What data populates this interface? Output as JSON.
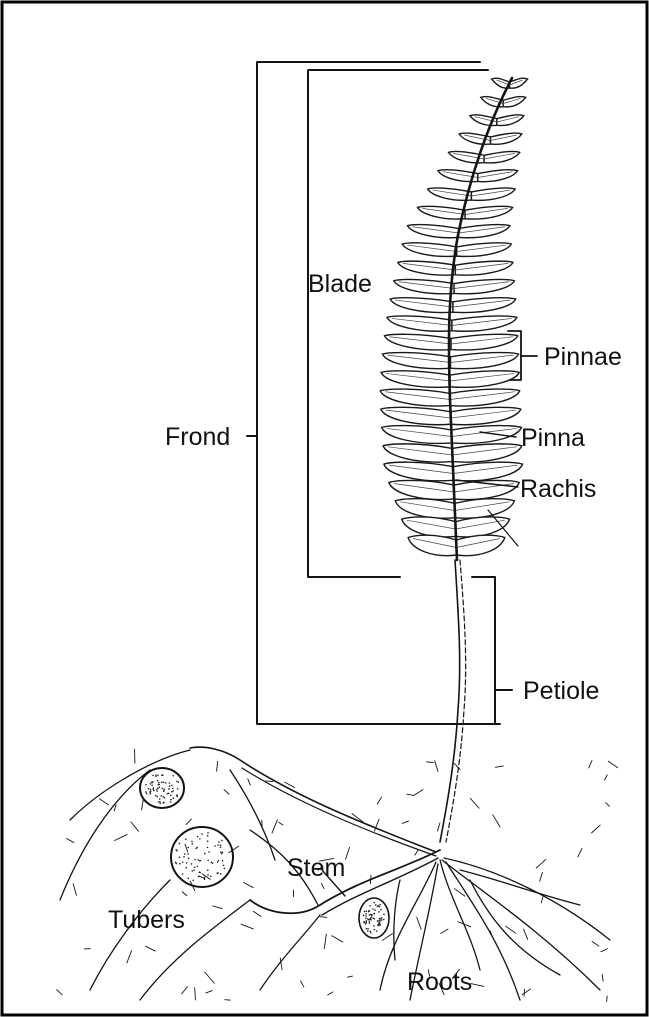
{
  "labels": {
    "frond": "Frond",
    "blade": "Blade",
    "pinnae": "Pinnae",
    "pinna": "Pinna",
    "rachis": "Rachis",
    "petiole": "Petiole",
    "stem": "Stem",
    "tubers": "Tubers",
    "roots": "Roots"
  },
  "colors": {
    "ink": "#141414",
    "background": "#ffffff"
  }
}
